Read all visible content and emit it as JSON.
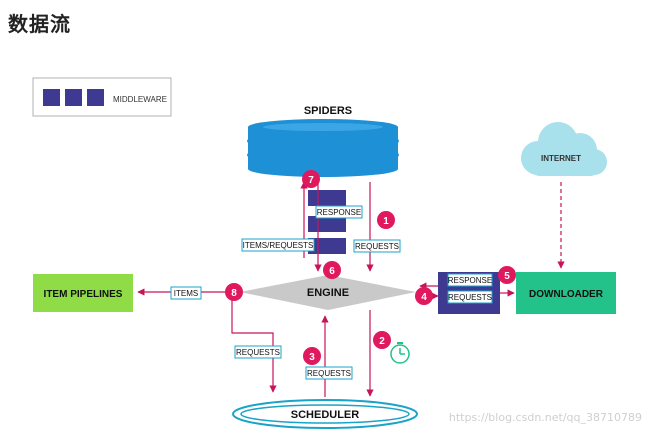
{
  "page": {
    "title": "数据流",
    "watermark": "https://blog.csdn.net/qq_38710789"
  },
  "legend": {
    "label": "MIDDLEWARE"
  },
  "components": {
    "spiders": "SPIDERS",
    "engine": "ENGINE",
    "scheduler": "SCHEDULER",
    "downloader": "DOWNLOADER",
    "item_pipelines": "ITEM PIPELINES",
    "internet": "INTERNET"
  },
  "flow_labels": {
    "response_spider": "RESPONSE",
    "items_requests": "ITEMS/REQUESTS",
    "requests_1": "REQUESTS",
    "items": "ITEMS",
    "requests_8": "REQUESTS",
    "requests_3": "REQUESTS",
    "response_dl": "RESPONSE",
    "requests_dl": "REQUESTS"
  },
  "steps": {
    "s1": "1",
    "s2": "2",
    "s3": "3",
    "s4": "4",
    "s5": "5",
    "s6": "6",
    "s7": "7",
    "s8": "8"
  },
  "colors": {
    "middleware": "#3f3a91",
    "spider_blue": "#1e90d6",
    "step_pink": "#e0185e",
    "arrow": "#c8145a",
    "pipeline_green": "#8fdc46",
    "downloader_green": "#23c28a",
    "engine_gray": "#c9c9c9",
    "internet_cloud": "#a8e0ec",
    "scheduler_ring": "#1aa3c8"
  }
}
